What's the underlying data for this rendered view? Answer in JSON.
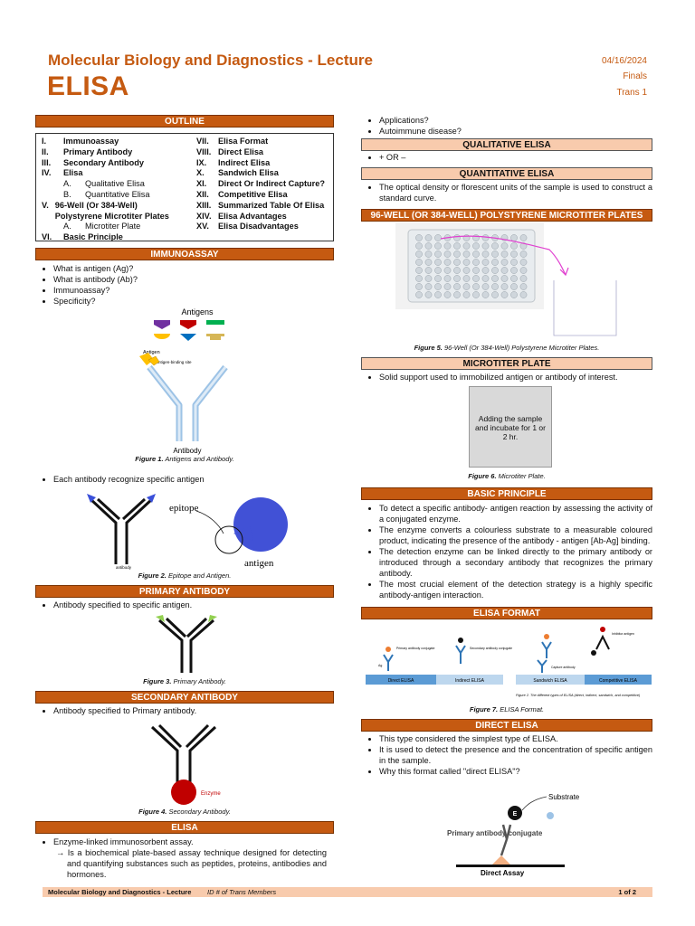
{
  "header": {
    "course": "Molecular Biology and Diagnostics - Lecture",
    "title": "ELISA",
    "date": "04/16/2024",
    "term": "Finals",
    "trans": "Trans 1"
  },
  "outline": {
    "heading": "OUTLINE",
    "left": [
      {
        "num": "I.",
        "label": "Immunoassay"
      },
      {
        "num": "II.",
        "label": "Primary Antibody"
      },
      {
        "num": "III.",
        "label": "Secondary Antibody"
      },
      {
        "num": "IV.",
        "label": "Elisa"
      },
      {
        "num": "A.",
        "label": "Qualitative Elisa",
        "sub": true
      },
      {
        "num": "B.",
        "label": "Quantitative Elisa",
        "sub": true
      },
      {
        "num": "V.",
        "label": "96-Well (Or 384-Well) Polystyrene Microtiter Plates"
      },
      {
        "num": "A.",
        "label": "Microtiter Plate",
        "sub": true
      },
      {
        "num": "VI.",
        "label": "Basic Principle"
      }
    ],
    "right": [
      {
        "num": "VII.",
        "label": "Elisa Format"
      },
      {
        "num": "VIII.",
        "label": "Direct Elisa"
      },
      {
        "num": "IX.",
        "label": "Indirect Elisa"
      },
      {
        "num": "X.",
        "label": "Sandwich Elisa"
      },
      {
        "num": "XI.",
        "label": "Direct Or Indirect Capture?"
      },
      {
        "num": "XII.",
        "label": "Competitive Elisa"
      },
      {
        "num": "XIII.",
        "label": "Summarized Table Of Elisa"
      },
      {
        "num": "XIV.",
        "label": "Elisa Advantages"
      },
      {
        "num": "XV.",
        "label": "Elisa Disadvantages"
      }
    ]
  },
  "immunoassay": {
    "heading": "IMMUNOASSAY",
    "bullets": [
      "What is antigen (Ag)?",
      "What is antibody (Ab)?",
      "Immunoassay?",
      "Specificity?"
    ],
    "fig1": {
      "antigens_label": "Antigens",
      "antigen_label": "Antigen",
      "binding_site_label": "Antigen-binding site",
      "antibody_label": "Antibody",
      "caption_num": "Figure 1.",
      "caption_text": "Antigens and Antibody."
    },
    "bullet2": "Each antibody recognize specific antigen",
    "fig2": {
      "epitope": "epitope",
      "antigen": "antigen",
      "antibody": "antibody",
      "caption_num": "Figure 2.",
      "caption_text": "Epitope and Antigen."
    }
  },
  "primary": {
    "heading": "PRIMARY ANTIBODY",
    "bullet": "Antibody specified to specific antigen.",
    "caption_num": "Figure 3.",
    "caption_text": "Primary Antibody."
  },
  "secondary": {
    "heading": "SECONDARY ANTIBODY",
    "bullet": "Antibody specified to Primary antibody.",
    "enzyme": "Enzyme",
    "caption_num": "Figure 4.",
    "caption_text": "Secondary Antibody."
  },
  "elisa": {
    "heading": "ELISA",
    "bullet": "Enzyme-linked immunosorbent assay.",
    "arrow_text": "Is a biochemical plate-based assay technique designed for detecting and quantifying substances such as peptides, proteins, antibodies and hormones."
  },
  "right_top": {
    "bullets": [
      "Applications?",
      "Autoimmune disease?"
    ]
  },
  "qualitative": {
    "heading": "QUALITATIVE ELISA",
    "bullet": "+ OR –"
  },
  "quantitative": {
    "heading": "QUANTITATIVE ELISA",
    "bullet": "The optical density or florescent units of the sample is used to construct a standard curve."
  },
  "plates": {
    "heading": "96-WELL (OR 384-WELL) POLYSTYRENE MICROTITER PLATES",
    "caption_num": "Figure 5.",
    "caption_text": "96-Well (Or 384-Well) Polystyrene Microtiter Plates."
  },
  "microtiter": {
    "heading": "MICROTITER PLATE",
    "bullet": "Solid support used to immobilized antigen or antibody of interest.",
    "slide_text": "Adding the sample and incubate for 1 or 2 hr.",
    "caption_num": "Figure 6.",
    "caption_text": "Microtiter Plate."
  },
  "principle": {
    "heading": "BASIC PRINCIPLE",
    "bullets": [
      "To detect a specific antibody- antigen reaction by assessing the activity of a conjugated enzyme.",
      "The enzyme converts a colourless substrate to a measurable coloured product, indicating the presence of the antibody - antigen [Ab-Ag] binding.",
      "The detection enzyme can be linked directly to the primary antibody or introduced through a secondary antibody that recognizes the primary antibody.",
      "The most crucial element of the detection strategy is a highly specific antibody-antigen interaction."
    ]
  },
  "format": {
    "heading": "ELISA FORMAT",
    "labels": [
      "Direct ELISA",
      "Indirect ELISA",
      "Sandwich ELISA",
      "Competitive ELISA"
    ],
    "small": {
      "primary": "Primary antibody conjugate",
      "ag": "Ag",
      "secondary": "Secondary antibody conjugate",
      "capture": "Capture antibody",
      "inhibitor": "Inhibitor antigen"
    },
    "inner_caption": "Figure 2. The different types of ELISA (direct, indirect, sandwich, and competitive)",
    "caption_num": "Figure 7.",
    "caption_text": "ELISA Format."
  },
  "direct": {
    "heading": "DIRECT ELISA",
    "bullets": [
      "This type considered the simplest type of ELISA.",
      " It is used to detect the presence and the concentration of specific antigen in the sample.",
      "Why this format called \"direct ELISA\"?"
    ],
    "substrate": "Substrate",
    "e": "E",
    "primary": "Primary antibody conjugate",
    "assay": "Direct Assay"
  },
  "footer": {
    "course": "Molecular Biology and Diagnostics - Lecture",
    "members": "ID # of Trans Members",
    "page": "1 of 2"
  },
  "colors": {
    "accent": "#c55a11",
    "accent_light": "#f8cbad"
  }
}
